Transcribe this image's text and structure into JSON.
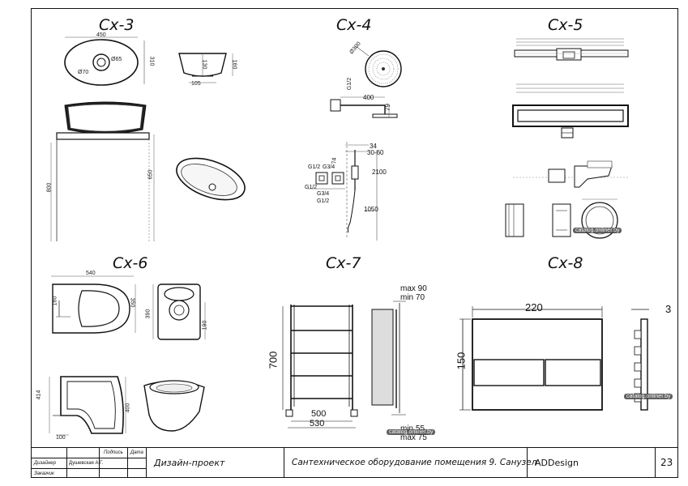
{
  "captions": {
    "cx3": "Сх-3",
    "cx4": "Сх-4",
    "cx5": "Сх-5",
    "cx6": "Сх-6",
    "cx7": "Сх-7",
    "cx8": "Сх-8"
  },
  "cx3": {
    "d450": "450",
    "d310": "310",
    "d65": "Ø65",
    "d70": "Ø70",
    "d105": "105",
    "d130": "130",
    "d160": "160",
    "d800": "800",
    "d650": "650"
  },
  "cx4": {
    "d300": "Ø300",
    "g12a": "G1/2",
    "d400": "400",
    "d79": "79",
    "d34": "34",
    "d3060": "30-60",
    "g12b": "G1/2",
    "g34a": "G3/4",
    "d74": "74",
    "d2100": "2100",
    "g12c": "G1/2",
    "g34b": "G3/4",
    "g12d": "G1/2",
    "d1050": "1050"
  },
  "cx6": {
    "d540": "540",
    "d350": "350",
    "d160": "160",
    "d390": "390",
    "d190": "190",
    "d400": "400",
    "d100": "100",
    "d414": "414"
  },
  "cx7": {
    "max90": "max 90",
    "min70": "min 70",
    "d700": "700",
    "d500": "500",
    "d530": "530",
    "min55": "min 55",
    "max75": "max 75"
  },
  "cx8": {
    "d220": "220",
    "d150": "150",
    "d3": "3"
  },
  "watermarks": {
    "w1": "catalog.onliner.by",
    "w2": "catalog.onliner.by",
    "w3": "catalog.onliner.by"
  },
  "title_block": {
    "col_podpis": "Подпись",
    "col_data": "Дата",
    "role_designer": "Дизайнер",
    "designer_name": "Душевская А.Г.",
    "role_client": "Заказчик",
    "doc_type": "Дизайн-проект",
    "doc_title": "Сантехническое оборудование помещения 9. Санузел",
    "company": "ADDesign",
    "sheet_number": "23"
  }
}
